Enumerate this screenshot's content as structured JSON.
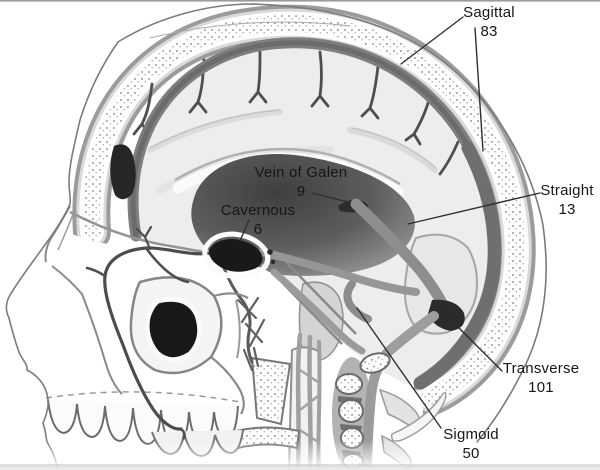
{
  "figure": {
    "kind": "anatomical-line-illustration",
    "subject": "Sagittal section of the head showing dural venous sinuses",
    "background": "#ffffff"
  },
  "labels": [
    {
      "id": "sagittal",
      "label": "Sagittal",
      "value": "83"
    },
    {
      "id": "straight",
      "label": "Straight",
      "value": "13"
    },
    {
      "id": "vein_of_galen",
      "label": "Vein of Galen",
      "value": "9"
    },
    {
      "id": "cavernous",
      "label": "Cavernous",
      "value": "6"
    },
    {
      "id": "transverse",
      "label": "Transverse",
      "value": "101"
    },
    {
      "id": "sigmoid",
      "label": "Sigmoid",
      "value": "50"
    }
  ],
  "palette": {
    "ink": "#1a1a1a",
    "leader_line": "#2f2f2f",
    "bone_gray": "#9e9e9e",
    "sinus_gray": "#7a7a7a",
    "brain_light": "#ededed",
    "deep_dark": "#1b1b1b"
  }
}
